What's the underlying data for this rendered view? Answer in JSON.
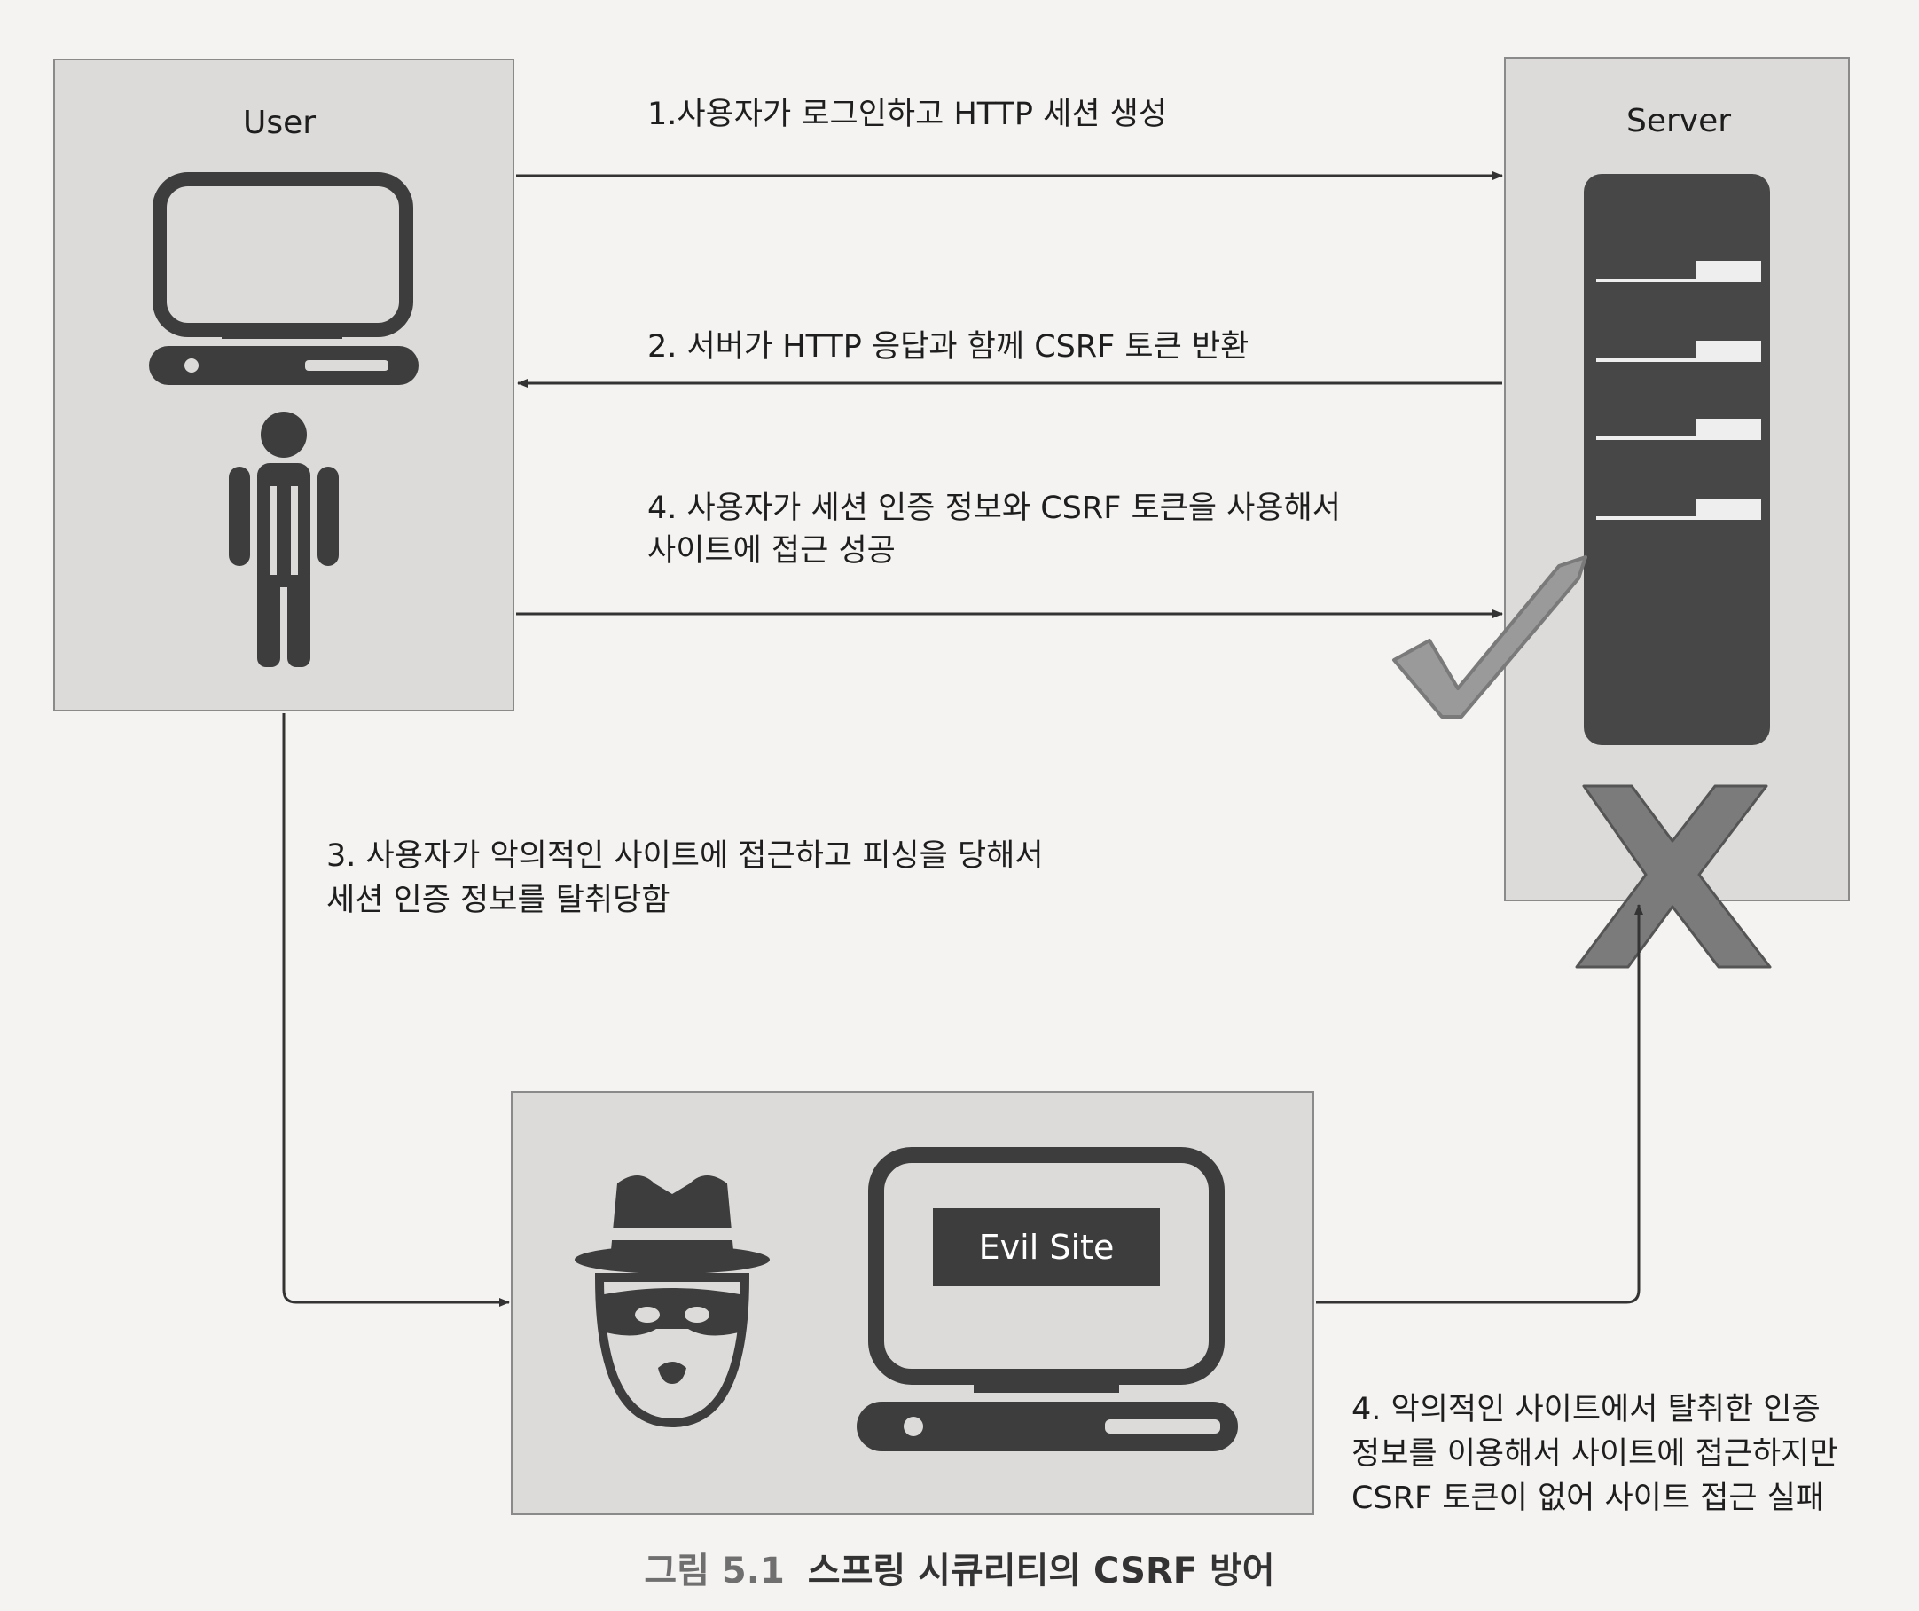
{
  "user": {
    "label": "User"
  },
  "server": {
    "label": "Server"
  },
  "evil_site": {
    "label": "Evil Site"
  },
  "steps": {
    "step1": "1.사용자가 로그인하고 HTTP 세션 생성",
    "step2": "2. 서버가 HTTP 응답과 함께 CSRF 토큰 반환",
    "step4a_line1": "4. 사용자가 세션 인증 정보와 CSRF 토큰을 사용해서",
    "step4a_line2": "사이트에 접근 성공",
    "step3_line1": "3. 사용자가 악의적인 사이트에 접근하고 피싱을 당해서",
    "step3_line2": "세션 인증 정보를 탈취당함",
    "step4b_line1": "4. 악의적인 사이트에서 탈취한 인증",
    "step4b_line2": "정보를 이용해서 사이트에 접근하지만",
    "step4b_line3": "CSRF 토큰이 없어 사이트 접근 실패"
  },
  "caption": {
    "number": "그림 5.1",
    "title": "스프링 시큐리티의 CSRF 방어"
  },
  "colors": {
    "box_fill": "#dcdbd9",
    "icon_dark": "#3d3d3d",
    "server_rack": "#474747",
    "check_mark": "#9a9a9a",
    "cross_mark": "#7b7b7b",
    "arrow": "#333333"
  }
}
